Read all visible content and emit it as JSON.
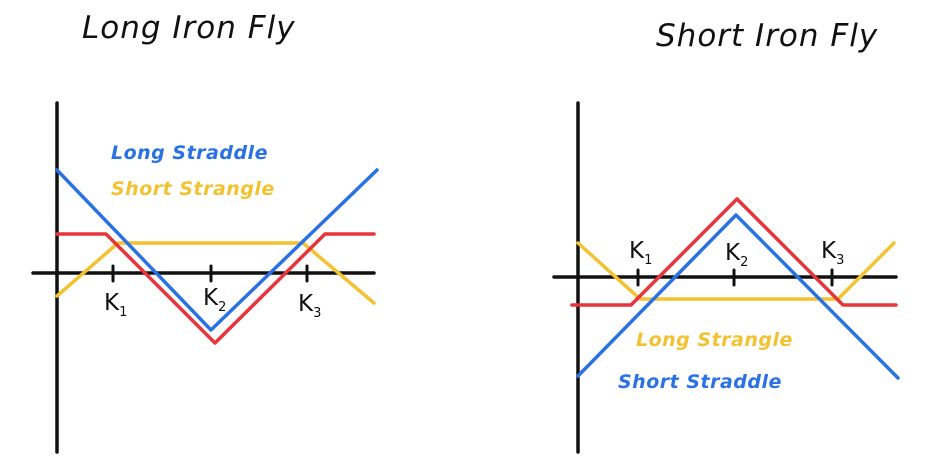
{
  "colors": {
    "blue": "#2a72e3",
    "yellow": "#f2c231",
    "red": "#e8343b",
    "axis": "#111111"
  },
  "panels": [
    {
      "title": "Long Iron Fly",
      "legend": [
        {
          "text": "Long Straddle",
          "color": "#2a72e3"
        },
        {
          "text": "Short Strangle",
          "color": "#f2c231"
        }
      ],
      "ticks": [
        {
          "main": "K",
          "sub": "1"
        },
        {
          "main": "K",
          "sub": "2"
        },
        {
          "main": "K",
          "sub": "3"
        }
      ]
    },
    {
      "title": "Short Iron Fly",
      "legend": [
        {
          "text": "Long Strangle",
          "color": "#f2c231"
        },
        {
          "text": "Short Straddle",
          "color": "#2a72e3"
        }
      ],
      "ticks": [
        {
          "main": "K",
          "sub": "1"
        },
        {
          "main": "K",
          "sub": "2"
        },
        {
          "main": "K",
          "sub": "3"
        }
      ]
    }
  ]
}
